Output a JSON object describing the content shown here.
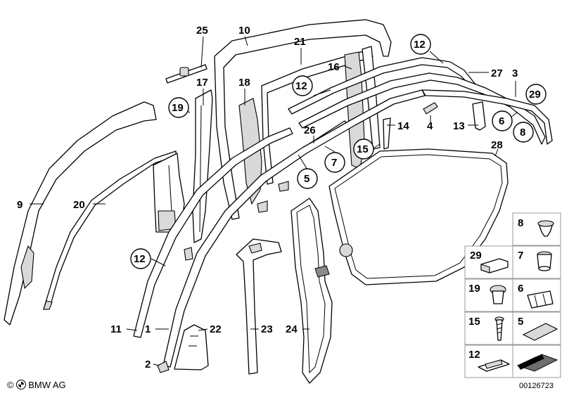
{
  "callouts": {
    "c1": "1",
    "c2": "2",
    "c3": "3",
    "c4": "4",
    "c5": "5",
    "c6": "6",
    "c7": "7",
    "c8": "8",
    "c9": "9",
    "c10": "10",
    "c11": "11",
    "c12a": "12",
    "c12b": "12",
    "c12c": "12",
    "c13": "13",
    "c14": "14",
    "c15": "15",
    "c16": "16",
    "c17": "17",
    "c18": "18",
    "c19": "19",
    "c20": "20",
    "c21": "21",
    "c22": "22",
    "c23": "23",
    "c24": "24",
    "c25": "25",
    "c26": "26",
    "c27": "27",
    "c28": "28",
    "c29": "29"
  },
  "legend": {
    "l8": "8",
    "l29": "29",
    "l7": "7",
    "l19": "19",
    "l6": "6",
    "l15": "15",
    "l5": "5",
    "l12": "12"
  },
  "footer": {
    "brand": "BMW AG",
    "drawing_number": "00126723"
  },
  "colors": {
    "line": "#000000",
    "shade": "#d9d9d9",
    "legend_border": "#9a9a9a"
  }
}
